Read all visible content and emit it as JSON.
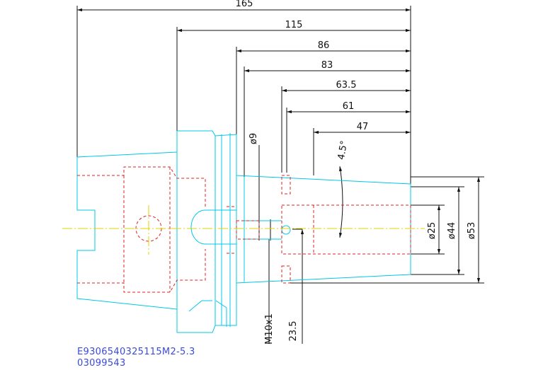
{
  "dimensions_horizontal": [
    "165",
    "115",
    "86",
    "83",
    "63.5",
    "61",
    "47"
  ],
  "dimensions_vertical": [
    "ø25",
    "ø44",
    "ø53"
  ],
  "label_small_bore": "ø9",
  "label_angle": "4.5°",
  "label_thread": "M10x1",
  "label_depth": "23.5",
  "part_code": "E9306540325115M2-5.3",
  "part_number": "03099543",
  "colors": {
    "outline": "#00c8e6",
    "hidden": "#e02020",
    "center": "#e6d200",
    "dimension": "#111111",
    "code_text": "#3a4bd8"
  }
}
